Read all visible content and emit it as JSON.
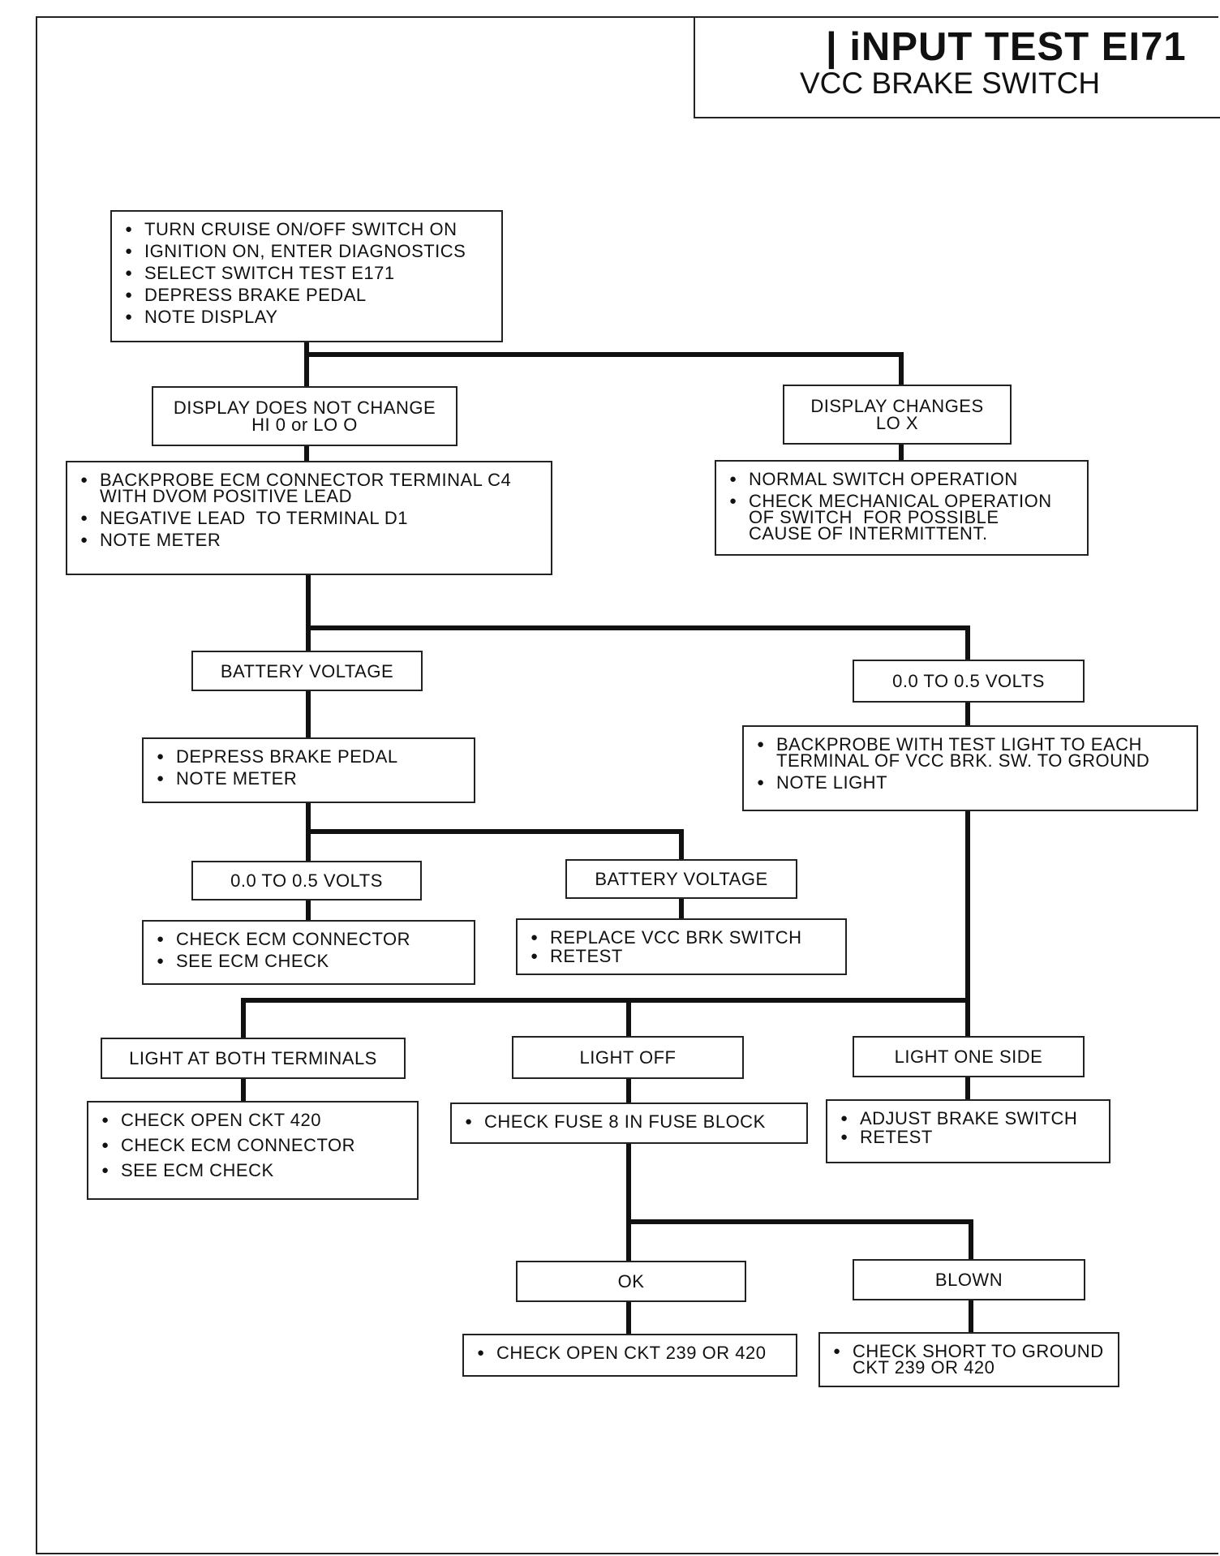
{
  "title": {
    "main": "| iNPUT TEST EI71",
    "sub": "VCC BRAKE SWITCH"
  },
  "nodes": {
    "start": {
      "items": [
        [
          "TURN CRUISE ON/OFF SWITCH ON"
        ],
        [
          "IGNITION ON, ENTER DIAGNOSTICS"
        ],
        [
          "SELECT SWITCH TEST E171"
        ],
        [
          "DEPRESS BRAKE PEDAL"
        ],
        [
          "NOTE DISPLAY"
        ]
      ]
    },
    "no_change": {
      "lines": [
        "DISPLAY DOES NOT CHANGE",
        "HI 0 or LO O"
      ]
    },
    "changes": {
      "lines": [
        "DISPLAY CHANGES",
        "LO X"
      ]
    },
    "backprobe_ecm": {
      "items": [
        [
          "BACKPROBE ECM CONNECTOR TERMINAL C4",
          "WITH DVOM POSITIVE LEAD"
        ],
        [
          "NEGATIVE LEAD  TO TERMINAL D1"
        ],
        [
          "NOTE METER"
        ]
      ]
    },
    "normal_op": {
      "items": [
        [
          "NORMAL SWITCH OPERATION"
        ],
        [
          "CHECK MECHANICAL OPERATION",
          "OF SWITCH  FOR POSSIBLE",
          "CAUSE OF INTERMITTENT."
        ]
      ]
    },
    "batt_volt_1": {
      "lines": [
        "BATTERY VOLTAGE"
      ]
    },
    "low_volts_1": {
      "lines": [
        "0.0 TO 0.5 VOLTS"
      ]
    },
    "depress_pedal": {
      "items": [
        [
          "DEPRESS BRAKE PEDAL"
        ],
        [
          "NOTE METER"
        ]
      ]
    },
    "test_light": {
      "items": [
        [
          "BACKPROBE WITH TEST LIGHT TO EACH",
          "TERMINAL OF VCC BRK. SW. TO GROUND"
        ],
        [
          "NOTE LIGHT"
        ]
      ]
    },
    "low_volts_2": {
      "lines": [
        "0.0 TO 0.5 VOLTS"
      ]
    },
    "batt_volt_2": {
      "lines": [
        "BATTERY VOLTAGE"
      ]
    },
    "check_ecm": {
      "items": [
        [
          "CHECK ECM CONNECTOR"
        ],
        [
          "SEE ECM CHECK"
        ]
      ]
    },
    "replace_switch": {
      "items": [
        [
          "REPLACE VCC BRK SWITCH"
        ],
        [
          "RETEST"
        ]
      ]
    },
    "light_both": {
      "lines": [
        "LIGHT AT BOTH TERMINALS"
      ]
    },
    "light_off": {
      "lines": [
        "LIGHT OFF"
      ]
    },
    "light_one": {
      "lines": [
        "LIGHT ONE SIDE"
      ]
    },
    "check_open_420": {
      "items": [
        [
          "CHECK OPEN CKT 420"
        ],
        [
          "CHECK ECM CONNECTOR"
        ],
        [
          "SEE ECM CHECK"
        ]
      ]
    },
    "check_fuse": {
      "items": [
        [
          "CHECK FUSE 8 IN FUSE BLOCK"
        ]
      ]
    },
    "adjust_switch": {
      "items": [
        [
          "ADJUST BRAKE SWITCH"
        ],
        [
          "RETEST"
        ]
      ]
    },
    "ok": {
      "lines": [
        "OK"
      ]
    },
    "blown": {
      "lines": [
        "BLOWN"
      ]
    },
    "check_open_239": {
      "items": [
        [
          "CHECK OPEN CKT 239 OR 420"
        ]
      ]
    },
    "check_short": {
      "items": [
        [
          "CHECK SHORT TO GROUND",
          "CKT 239 OR 420"
        ]
      ]
    }
  }
}
